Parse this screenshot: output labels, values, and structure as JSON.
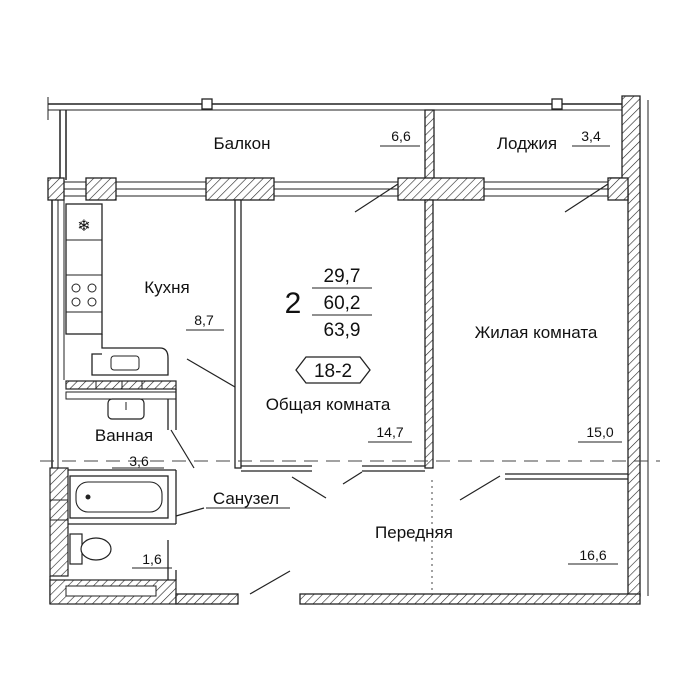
{
  "apartment": {
    "rooms_count": "2",
    "living_area": "29,7",
    "total_area": "60,2",
    "total_area_balcony": "63,9",
    "plan_code": "18-2"
  },
  "rooms": {
    "balcony": {
      "name": "Балкон",
      "area": "6,6"
    },
    "loggia": {
      "name": "Лоджия",
      "area": "3,4"
    },
    "kitchen": {
      "name": "Кухня",
      "area": "8,7"
    },
    "common_room": {
      "name": "Общая комната",
      "area": "14,7"
    },
    "living_room": {
      "name": "Жилая комната",
      "area": "15,0"
    },
    "bathroom": {
      "name": "Ванная",
      "area": "3,6"
    },
    "toilet": {
      "name": "Санузел",
      "area": "1,6"
    },
    "hallway": {
      "name": "Передняя",
      "area": "16,6"
    }
  },
  "icons": {
    "stove": "snowflake-icon"
  }
}
